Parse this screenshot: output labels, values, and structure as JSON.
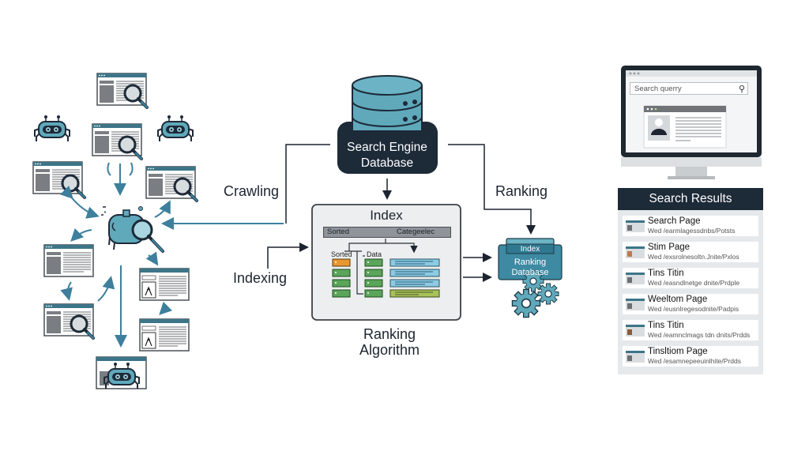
{
  "labels": {
    "crawling": "Crawling",
    "indexing": "Indexing",
    "ranking": "Ranking",
    "ranking_algorithm_line1": "Ranking",
    "ranking_algorithm_line2": "Algorithm"
  },
  "database": {
    "title_line1": "Search Engine",
    "title_line2": "Database"
  },
  "index_box": {
    "title": "Index",
    "header_left": "Sorted",
    "header_right": "Categeelec",
    "col_sorted": "Sorted",
    "col_data": "Data"
  },
  "ranking_db": {
    "tab_label": "Index",
    "line1": "Ranking",
    "line2": "Database"
  },
  "monitor": {
    "search_placeholder": "Search querry"
  },
  "search_results": {
    "header": "Search Results",
    "items": [
      {
        "title": "Search Page",
        "url": "Wed /earmlagessdnbs/Potsts"
      },
      {
        "title": "Stim Page",
        "url": "Wed /exsrolnesoltn.Jnite/Pxlos"
      },
      {
        "title": "Tins Titin",
        "url": "Wed /easndlnetge dnite/Prdple"
      },
      {
        "title": "Weeltom Page",
        "url": "Wed /eusnlregesodnite/Padpis"
      },
      {
        "title": "Tins Titin",
        "url": "Wed /eamnclmags tdn dnits/Prdds"
      },
      {
        "title": "Tinsltiom Page",
        "url": "Wed /esamnepeeuinlhite/Prdds"
      }
    ]
  },
  "colors": {
    "teal": "#5fa9bb",
    "dark_navy": "#1d2a38",
    "arrow_blue": "#3d7f9c",
    "orange": "#e8962e",
    "green": "#5aa55a",
    "light_blue": "#8ccbe3"
  }
}
